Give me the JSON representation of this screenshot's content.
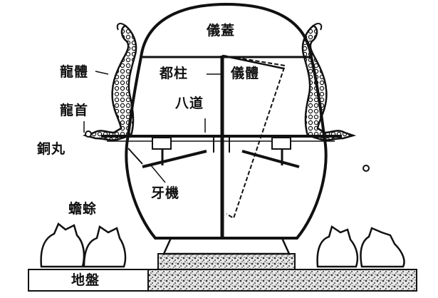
{
  "labels": {
    "lid": "儀蓋",
    "dragon_body": "龍體",
    "central_pillar": "都柱",
    "vessel_body": "儀體",
    "eight_paths": "八道",
    "dragon_head": "龍首",
    "bronze_ball": "銅丸",
    "tooth_mechanism": "牙機",
    "toad": "蟾蜍",
    "base": "地盤"
  },
  "colors": {
    "ink": "#111111",
    "paper": "#ffffff",
    "granite": "#777777"
  }
}
